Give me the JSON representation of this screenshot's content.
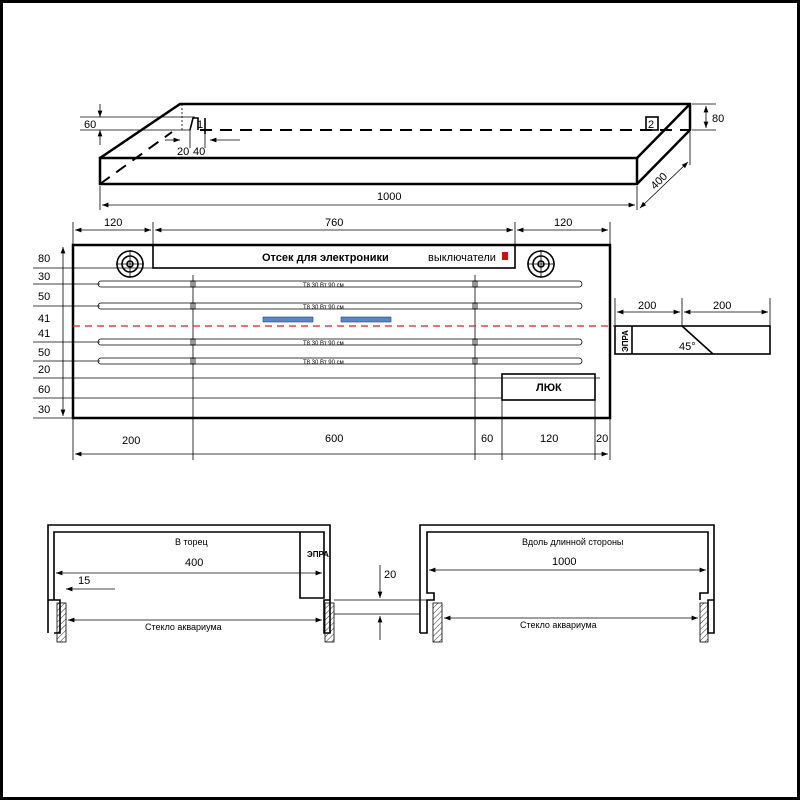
{
  "iso_view": {
    "dim_height_60": "60",
    "dim_20": "20",
    "dim_40": "40",
    "marker_1": "1",
    "marker_2": "2",
    "dim_height_80": "80",
    "dim_depth": "400",
    "dim_length": "1000"
  },
  "top_view": {
    "dims_top": [
      "120",
      "760",
      "120"
    ],
    "electronics_label": "Отсек для электроники",
    "switches_label": "выключатели",
    "switch_color": "#cc1111",
    "lamp_label": "Т8 30 Вт 90 см",
    "row_dims": [
      "80",
      "30",
      "50",
      "41",
      "41",
      "50",
      "20",
      "60",
      "30"
    ],
    "hatch_label": "ЛЮК",
    "dims_bottom": [
      "200",
      "600",
      "60",
      "120",
      "20"
    ],
    "centerline_color": "#dd2222",
    "fan_color": "#5b86c5"
  },
  "side_view": {
    "dims": [
      "200",
      "200"
    ],
    "ballast_label": "ЭПРА",
    "angle_label": "45°"
  },
  "section_end": {
    "title": "В торец",
    "width_dim": "400",
    "ballast_label": "ЭПРА",
    "offset_dim": "15",
    "glass_label": "Стекло аквариума"
  },
  "section_gap": {
    "dim": "20"
  },
  "section_long": {
    "title": "Вдоль длинной стороны",
    "width_dim": "1000",
    "glass_label": "Стекло аквариума"
  }
}
